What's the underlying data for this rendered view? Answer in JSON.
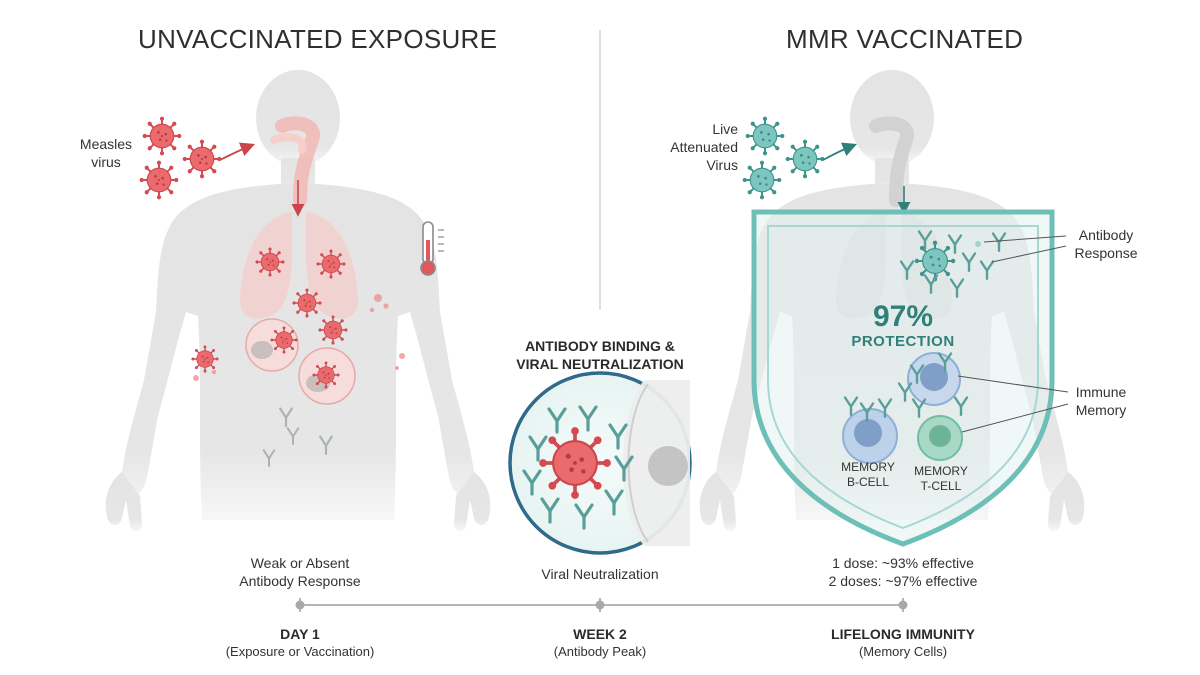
{
  "left_panel": {
    "title": "UNVACCINATED EXPOSURE",
    "virus_label": [
      "Measles",
      "virus"
    ],
    "caption": [
      "Weak or Absent",
      "Antibody Response"
    ]
  },
  "right_panel": {
    "title": "MMR VACCINATED",
    "virus_label": [
      "Live",
      "Attenuated",
      "Virus"
    ],
    "antibody_label": [
      "Antibody",
      "Response"
    ],
    "protection_value": "97%",
    "protection_label": "PROTECTION",
    "memory_label": [
      "Immune",
      "Memory"
    ],
    "b_cell_label": [
      "MEMORY",
      "B-CELL"
    ],
    "t_cell_label": [
      "MEMORY",
      "T-CELL"
    ],
    "dose_info": [
      "1 dose: ~93% effective",
      "2 doses: ~97% effective"
    ]
  },
  "center_panel": {
    "title": [
      "ANTIBODY BINDING &",
      "VIRAL NEUTRALIZATION"
    ],
    "caption": "Viral Neutralization"
  },
  "timeline": [
    {
      "label": "DAY 1",
      "sublabel": "(Exposure or Vaccination)"
    },
    {
      "label": "WEEK 2",
      "sublabel": "(Antibody Peak)"
    },
    {
      "label": "LIFELONG IMMUNITY",
      "sublabel": "(Memory Cells)"
    }
  ],
  "colors": {
    "virus_red": "#e2575c",
    "virus_teal": "#5fb3ad",
    "shield_teal": "#6fbfb9",
    "antibody": "#5a9e9a",
    "body": "#e3e3e3",
    "text_teal": "#2f7f7a"
  }
}
